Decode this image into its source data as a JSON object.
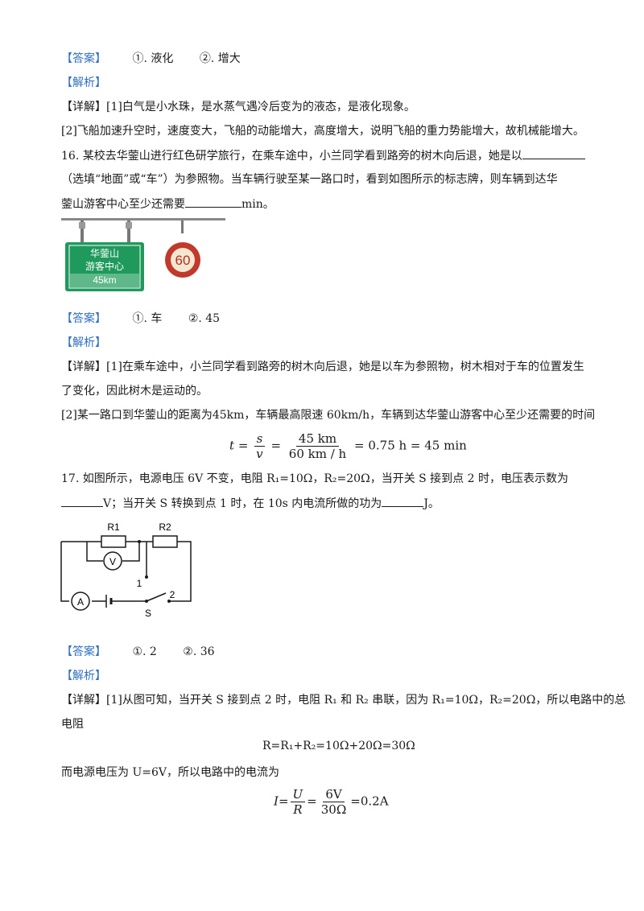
{
  "labels": {
    "answer": "【答案】",
    "analysis": "【解析】",
    "detail": "【详解】"
  },
  "q15": {
    "answer_1": "①. 液化",
    "answer_2": "②. 增大",
    "detail_1": "[1]白气是小水珠，是水蒸气遇冷后变为的液态，是液化现象。",
    "detail_2": "[2]飞船加速升空时，速度变大，飞船的动能增大，高度增大，说明飞船的重力势能增大，故机械能增大。"
  },
  "q16": {
    "line1_a": "16. 某校去华蓥山进行红色研学旅行，在乘车途中，小兰同学看到路旁的树木向后退，她是以",
    "line2": "（选填“地面”或“车”）为参照物。当车辆行驶至某一路口时，看到如图所示的标志牌，则车辆到达华",
    "line3_a": "蓥山游客中心至少还需要",
    "line3_b": "min。",
    "sign_line1": "华蓥山",
    "sign_line2": "游客中心",
    "sign_line3": "45km",
    "speed_limit": "60",
    "answer_1": "①. 车",
    "answer_2": "②. 45",
    "detail_1": "[1]在乘车途中，小兰同学看到路旁的树木向后退，她是以车为参照物，树木相对于车的位置发生",
    "detail_1b": "了变化，因此树木是运动的。",
    "detail_2": "[2]某一路口到华蓥山的距离为45km，车辆最高限速 60km/h，车辆到达华蓥山游客中心至少还需要的时间",
    "f_t": "t",
    "f_eq": "=",
    "f_s": "s",
    "f_v": "v",
    "f_num": "45 km",
    "f_den": "60 km / h",
    "f_res": "= 0.75 h = 45 min"
  },
  "q17": {
    "line1": "17. 如图所示，电源电压 6V 不变，电阻 R₁=10Ω，R₂=20Ω，当开关 S 接到点 2 时，电压表示数为",
    "line2_a": "V；当开关 S 转换到点 1 时，在 10s 内电流所做的功为",
    "line2_b": "J。",
    "c_r1": "R1",
    "c_r2": "R2",
    "c_v": "V",
    "c_a": "A",
    "c_1": "1",
    "c_2": "2",
    "c_s": "S",
    "answer_1": "①. 2",
    "answer_2": "②. 36",
    "detail_1": "[1]从图可知，当开关 S 接到点 2 时，电阻 R₁ 和 R₂ 串联，因为 R₁=10Ω，R₂=20Ω，所以电路中的总",
    "detail_1b": "电阻",
    "formula_r": "R=R₁+R₂=10Ω+20Ω=30Ω",
    "detail_2": "而电源电压为 U=6V，所以电路中的电流为",
    "f_i": "I",
    "f_u": "U",
    "f_r": "R",
    "f_6v": "6V",
    "f_30": "30Ω",
    "f_res": "=0.2A"
  }
}
